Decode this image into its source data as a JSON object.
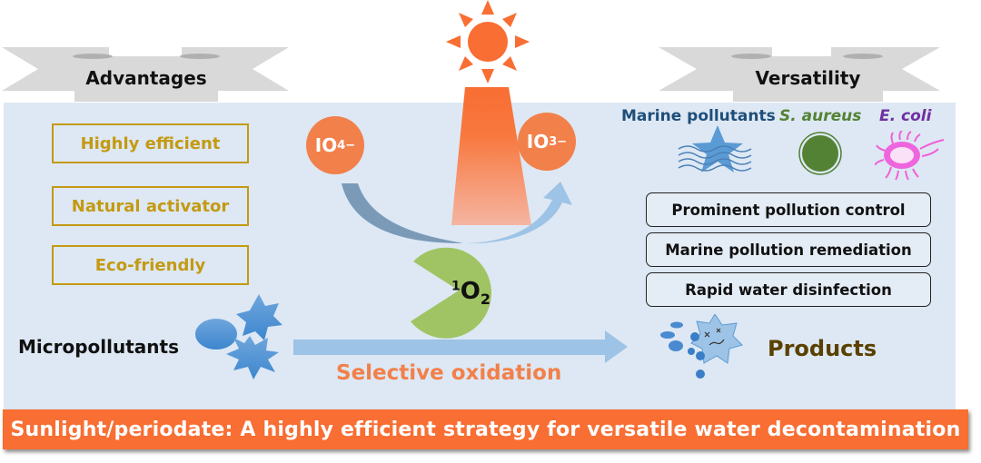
{
  "ribbons": {
    "left": "Advantages",
    "right": "Versatility"
  },
  "advantages": [
    "Highly efficient",
    "Natural activator",
    "Eco-friendly"
  ],
  "ions": {
    "periodate": {
      "base": "IO",
      "sub": "4",
      "sup": "−"
    },
    "iodate": {
      "base": "IO",
      "sub": "3",
      "sup": "−"
    }
  },
  "singlet_oxygen": {
    "pre": "1",
    "base": "O",
    "sub": "2"
  },
  "micropollutants_label": "Micropollutants",
  "process_label": "Selective oxidation",
  "products_label": "Products",
  "targets": [
    {
      "label": "Marine pollutants",
      "icon": "marine-star-waves-icon",
      "color": "#1f4e79"
    },
    {
      "label": "S. aureus",
      "icon": "s-aureus-cell-icon",
      "color": "#548235"
    },
    {
      "label": "E. coli",
      "icon": "e-coli-bacterium-icon",
      "color": "#7030a0"
    }
  ],
  "versatility": [
    "Prominent pollution control",
    "Marine pollution remediation",
    "Rapid water disinfection"
  ],
  "footer": "Sunlight/periodate: A highly efficient strategy for versatile water decontamination",
  "colors": {
    "sun": "#f86e33",
    "panel": "#dde8f4",
    "advantage_gold": "#c49a12",
    "pacman_green": "#a0c464",
    "arrow_blue": "#9dc3e6"
  }
}
